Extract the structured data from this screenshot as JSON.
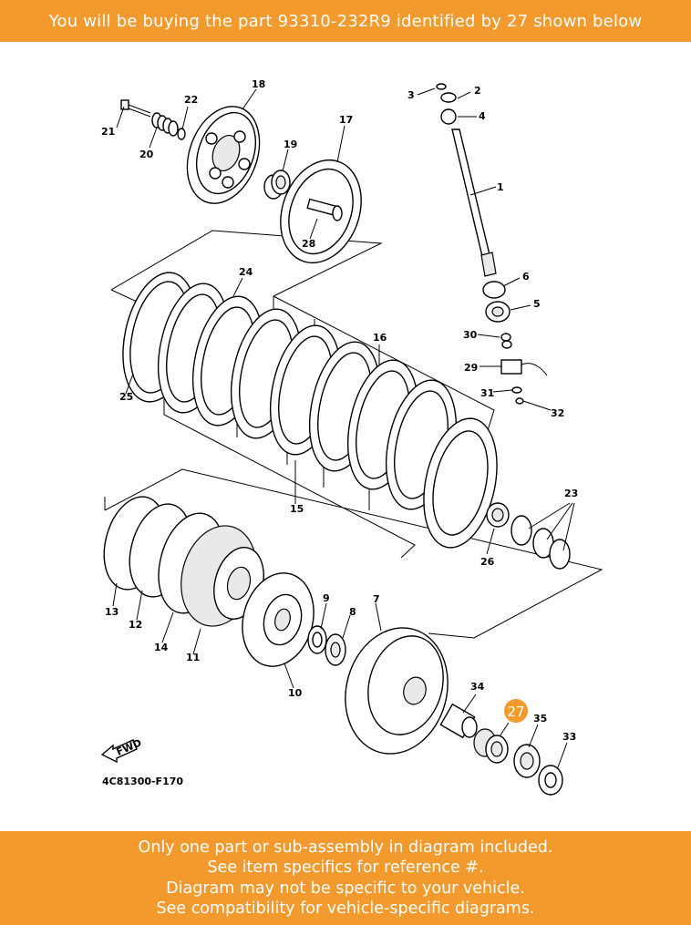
{
  "banner_top": {
    "text": "You will be buying the part 93310-232R9 identified by 27 shown below"
  },
  "banner_bottom": {
    "lines": [
      "Only one part or sub-assembly in diagram included.",
      "See item specifics for reference #.",
      "Diagram may not be specific to your vehicle.",
      "See compatibility for vehicle-specific diagrams."
    ]
  },
  "diagram": {
    "code": "4C81300-F170",
    "fwd_label": "FWD",
    "highlight": {
      "label": "27",
      "color": "#f39a2e"
    },
    "labels": [
      "1",
      "2",
      "3",
      "4",
      "5",
      "6",
      "7",
      "8",
      "9",
      "10",
      "11",
      "12",
      "13",
      "14",
      "15",
      "16",
      "17",
      "18",
      "19",
      "20",
      "21",
      "22",
      "23",
      "24",
      "25",
      "26",
      "28",
      "29",
      "30",
      "31",
      "32",
      "33",
      "34",
      "35"
    ]
  },
  "colors": {
    "accent": "#f39a2e",
    "banner_text": "#ffffff"
  }
}
